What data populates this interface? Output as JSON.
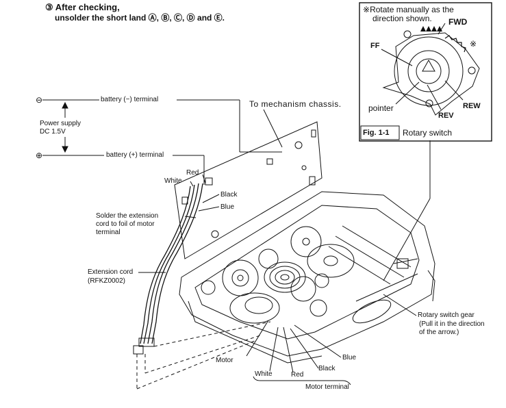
{
  "header": {
    "step_marker": "③",
    "line1": "After checking,",
    "line2": "unsolder the short land Ⓐ, Ⓑ, Ⓒ, Ⓓ and Ⓔ."
  },
  "power": {
    "minus_symbol": "⊖",
    "plus_symbol": "⊕",
    "minus_label": "battery (−) terminal",
    "plus_label": "battery (+) terminal",
    "supply_line1": "Power supply",
    "supply_line2": "DC 1.5V"
  },
  "labels": {
    "mechanism_chassis": "To mechanism chassis.",
    "red_top": "Red",
    "white_top": "White",
    "black_top": "Black",
    "blue_top": "Blue",
    "solder_line1": "Solder the extension",
    "solder_line2": "cord to foil of motor",
    "solder_line3": "terminal",
    "ext_line1": "Extension cord",
    "ext_line2": "(RFKZ0002)",
    "rotary_gear_line1": "Rotary switch gear",
    "rotary_gear_line2": "(Pull it in the direction",
    "rotary_gear_line3": "of the arrow.)",
    "motor": "Motor",
    "white_bottom": "White",
    "red_bottom": "Red",
    "black_bottom": "Black",
    "blue_bottom": "Blue",
    "motor_terminal": "Motor terminal"
  },
  "inset": {
    "note_mark": "※",
    "note_line1": "Rotate manually as the",
    "note_line2": "direction shown.",
    "fwd": "FWD",
    "ff": "FF",
    "star": "※",
    "pointer": "pointer",
    "rew": "REW",
    "rev": "REV",
    "fig_label": "Fig. 1-1",
    "fig_caption": "Rotary switch"
  }
}
